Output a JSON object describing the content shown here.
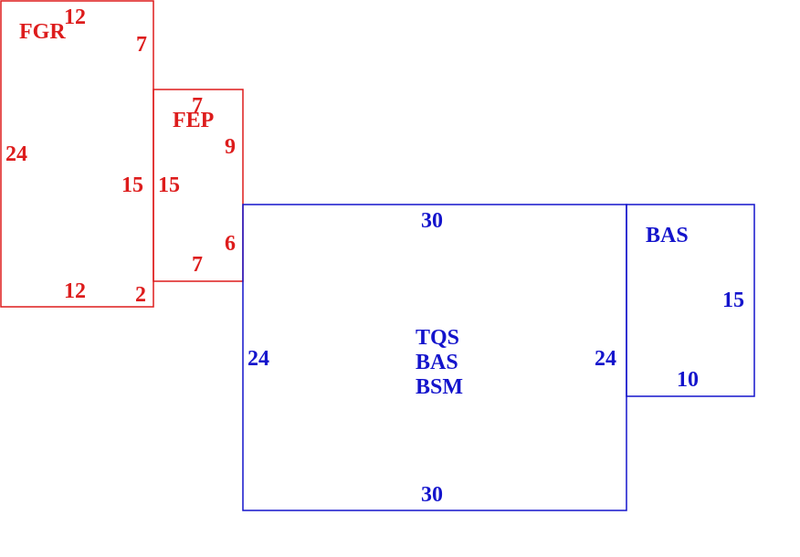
{
  "colors": {
    "red": "#dd1c1c",
    "blue": "#1414cc",
    "background": "#ffffff"
  },
  "areas": {
    "fgr": {
      "code": "FGR",
      "top": "12",
      "right_upper": "7",
      "left": "24",
      "right_lower": "15",
      "bottom": "12",
      "bottom_right": "2"
    },
    "fep": {
      "code": "FEP",
      "top": "7",
      "right_upper": "9",
      "left": "15",
      "right_lower": "6",
      "bottom": "7"
    },
    "main": {
      "codes": [
        "TQS",
        "BAS",
        "BSM"
      ],
      "top": "30",
      "left": "24",
      "right": "24",
      "bottom": "30"
    },
    "bas": {
      "code": "BAS",
      "right": "15",
      "bottom": "10"
    }
  }
}
